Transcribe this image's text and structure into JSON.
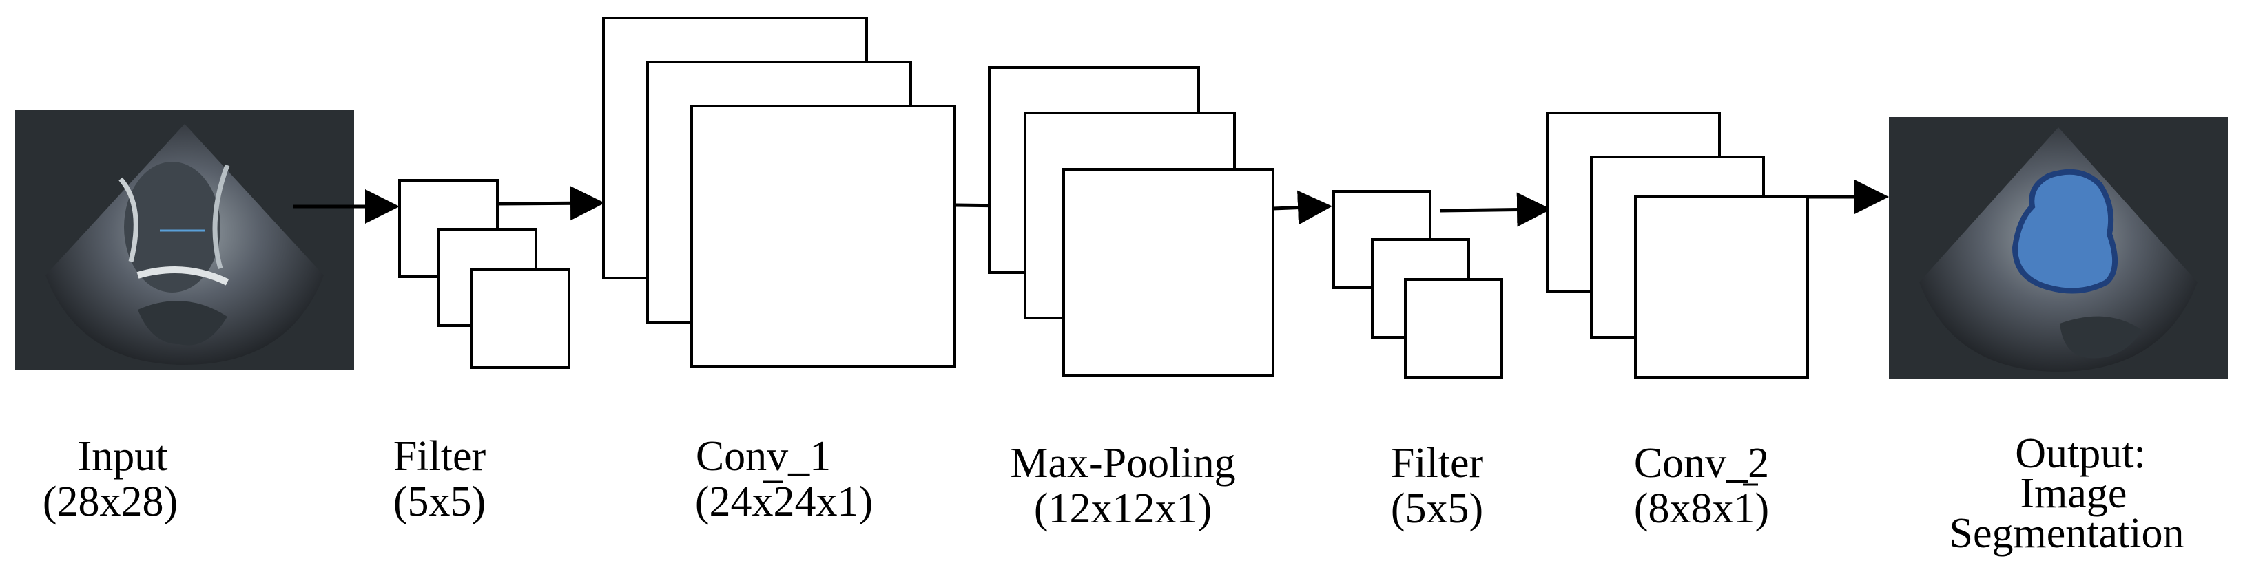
{
  "labels": {
    "input": [
      "Input",
      "(28x28)"
    ],
    "filter1": [
      "Filter",
      "(5x5)"
    ],
    "conv1": [
      "Conv_1",
      "(24x24x1)"
    ],
    "maxpool": [
      "Max-Pooling",
      "(12x12x1)"
    ],
    "filter2": [
      "Filter",
      "(5x5)"
    ],
    "conv2": [
      "Conv_2",
      "(8x8x1)"
    ],
    "output": [
      "Output:",
      "Image",
      "Segmentation"
    ]
  },
  "colors": {
    "segmentation_fill": "#4a7fc1",
    "segmentation_stroke": "#1f3f7a",
    "ultrasound_bg": "#2a2f33"
  },
  "icons": {
    "input_image": "echocardiogram-ultrasound-image",
    "output_image": "segmented-echocardiogram-image"
  }
}
